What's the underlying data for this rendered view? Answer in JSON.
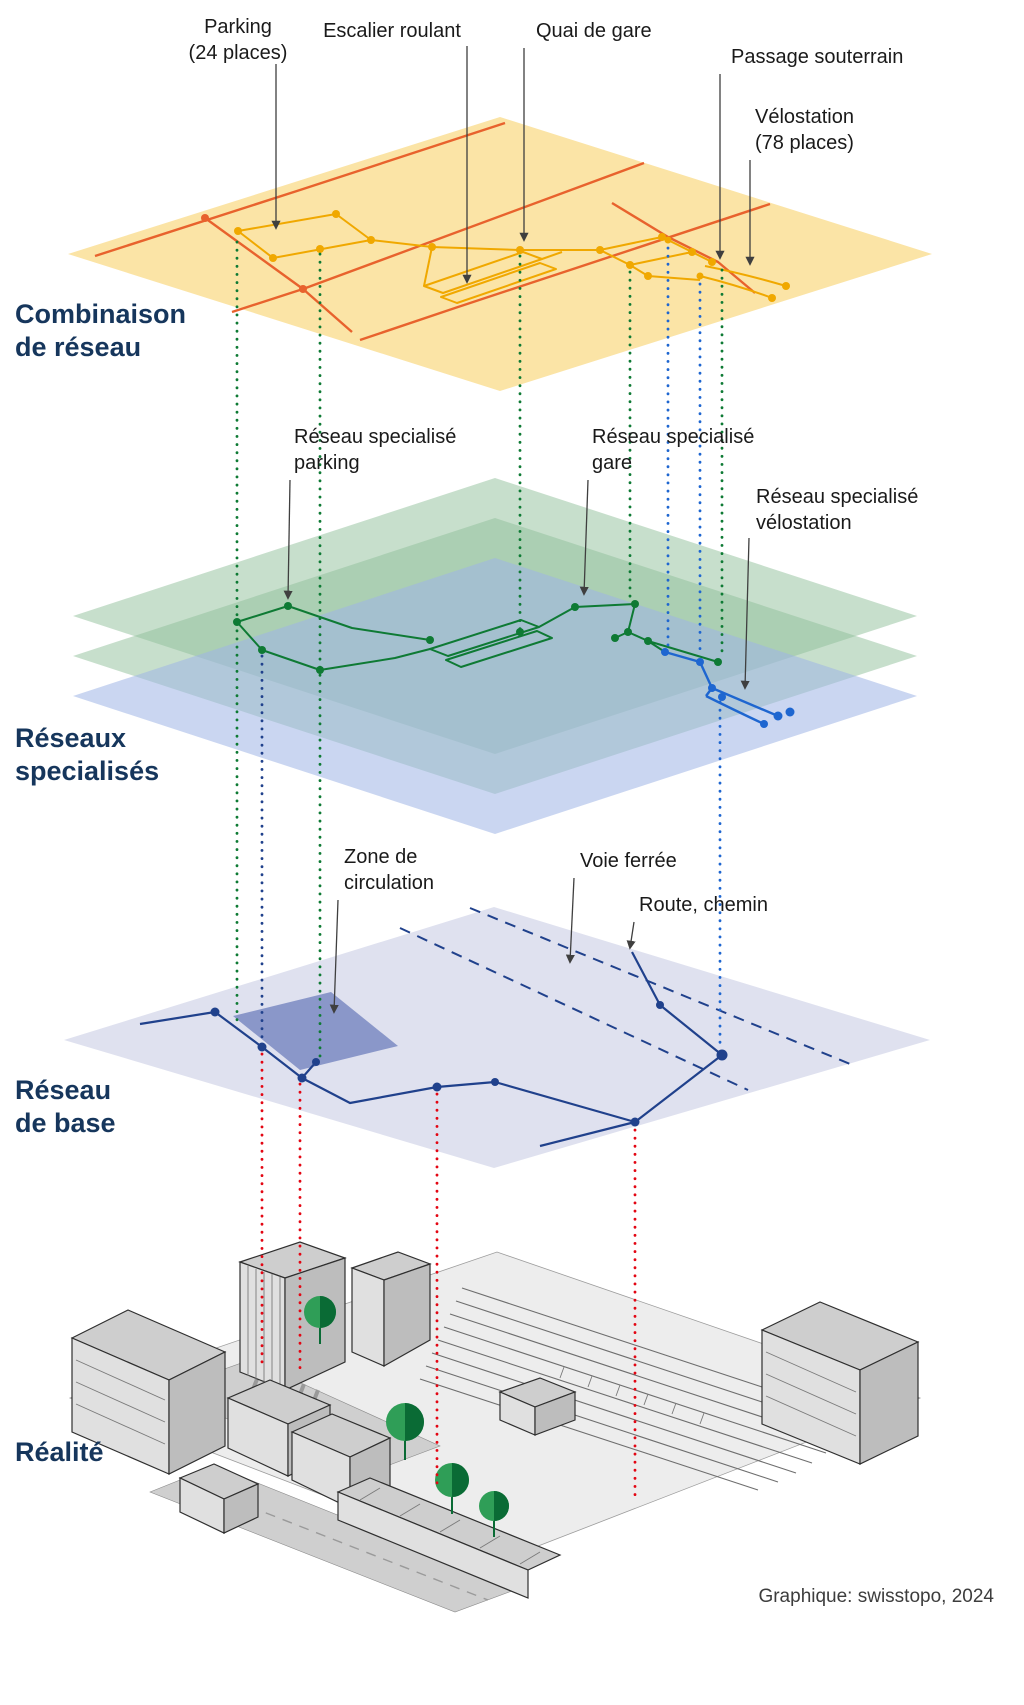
{
  "figure": {
    "credit": "Graphique: swisstopo, 2024"
  },
  "layers": [
    {
      "id": "combinaison",
      "title": "Combinaison\nde réseau"
    },
    {
      "id": "specialises",
      "title": "Réseaux\nspecialisés"
    },
    {
      "id": "base",
      "title": "Réseau\nde base"
    },
    {
      "id": "realite",
      "title": "Réalité"
    }
  ],
  "annotations": {
    "parking": "Parking\n(24 places)",
    "escalier_roulant": "Escalier roulant",
    "quai_de_gare": "Quai de gare",
    "passage_souterrain": "Passage souterrain",
    "velostation": "Vélostation\n(78 places)",
    "reseau_parking": "Réseau specialisé\nparking",
    "reseau_gare": "Réseau specialisé\ngare",
    "reseau_velostation": "Réseau specialisé\nvélostation",
    "zone_circulation": "Zone de\ncirculation",
    "voie_ferree": "Voie ferrée",
    "route_chemin": "Route, chemin"
  },
  "colors": {
    "yellowPlane": "#FBE4A6",
    "gold": "#F0A800",
    "orange": "#E8622D",
    "greenPlane": "#8FBF9A",
    "bluePlane": "#9FB4E6",
    "green": "#0E7A34",
    "blue": "#1E66D0",
    "navy": "#20418C",
    "basePlane": "#DFE1EF",
    "zoneFill": "#8A97C9",
    "red": "#E30613",
    "titleColor": "#16365C",
    "textColor": "#1A1A1A",
    "treeLight": "#2F9E57",
    "treeDark": "#0A6B35"
  }
}
